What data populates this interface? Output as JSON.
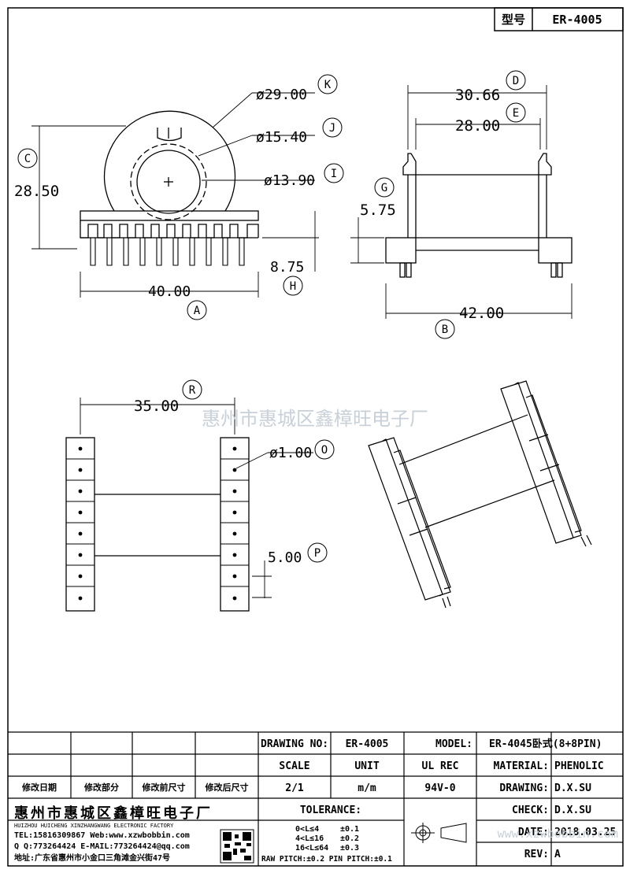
{
  "header": {
    "model_label": "型号",
    "model_value": "ER-4005"
  },
  "watermark": "惠州市惠城区鑫樟旺电子厂",
  "dimensions": {
    "d29": "ø29.00",
    "k": "K",
    "d15": "ø15.40",
    "j": "J",
    "d13": "ø13.90",
    "i": "I",
    "c": "C",
    "v2850": "28.50",
    "v875": "8.75",
    "h": "H",
    "v4000": "40.00",
    "a": "A",
    "v3066": "30.66",
    "d": "D",
    "v2800": "28.00",
    "e": "E",
    "g": "G",
    "v575": "5.75",
    "v4200": "42.00",
    "b": "B",
    "v3500": "35.00",
    "r": "R",
    "d100": "ø1.00",
    "o": "O",
    "v500": "5.00",
    "p": "P"
  },
  "title_block": {
    "drawing_no_label": "DRAWING NO:",
    "drawing_no": "ER-4005",
    "model_label": "MODEL:",
    "model": "ER-4045卧式(8+8PIN)",
    "scale_label": "SCALE",
    "unit_label": "UNIT",
    "ul_label": "UL REC",
    "material_label": "MATERIAL:",
    "material": "PHENOLIC",
    "scale": "2/1",
    "unit": "m/m",
    "ul": "94V-0",
    "drawing_label": "DRAWING:",
    "drawing": "D.X.SU",
    "check_label": "CHECK:",
    "check": "D.X.SU",
    "date_label": "DATE:",
    "date": "2018.03.25",
    "rev_label": "REV:",
    "rev": "A",
    "tolerance_label": "TOLERANCE:",
    "tol1": "0<L≤4",
    "tol1v": "±0.1",
    "tol2": "4<L≤16",
    "tol2v": "±0.2",
    "tol3": "16<L≤64",
    "tol3v": "±0.3",
    "pitch": "RAW PITCH:±0.2 PIN PITCH:±0.1",
    "rev_cols": [
      "修改日期",
      "修改部分",
      "修改前尺寸",
      "修改后尺寸"
    ],
    "company": "惠州市惠城区鑫樟旺电子厂",
    "company_en": "HUIZHOU HUICHENG XINZHANGWANG ELECTRONIC FACTORY",
    "tel": "TEL:15816309867 Web:www.xzwbobbin.com",
    "qq": "Q Q:773264424 E-MAIL:773264424@qq.com",
    "address": "地址:广东省惠州市小金口三角滩金兴街47号",
    "footer_watermark": "www.xzwbobbin.com"
  },
  "colors": {
    "line": "#000000",
    "watermark": "#c8d0d8"
  }
}
